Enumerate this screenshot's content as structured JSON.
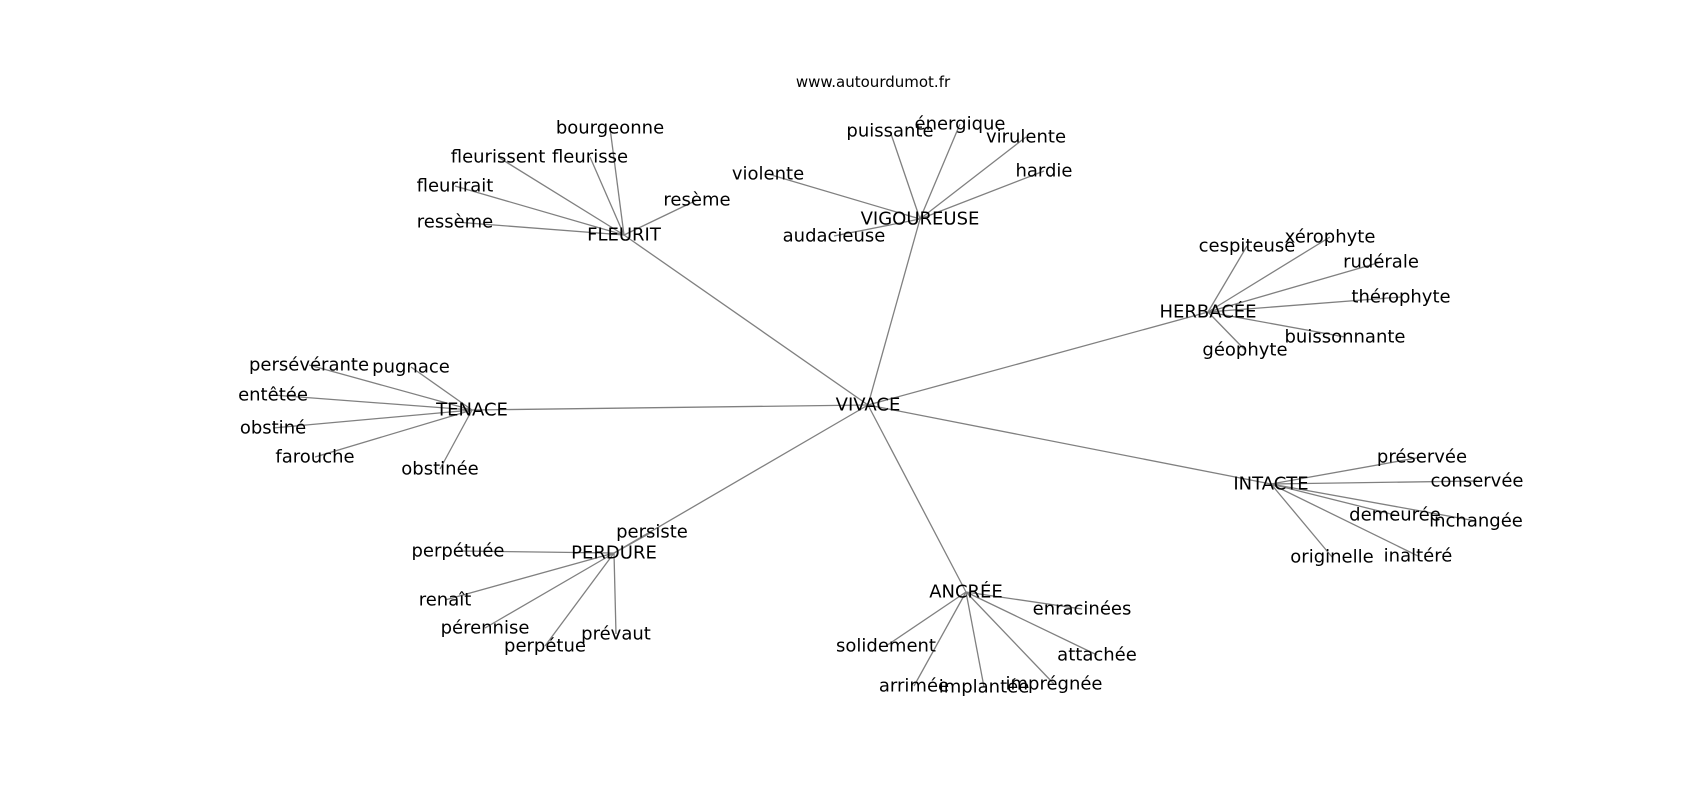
{
  "site": "www.autourdumot.fr",
  "center": "VIVACE",
  "clusters": [
    {
      "id": "fleurit",
      "label": "FLEURIT",
      "words": [
        "bourgeonne",
        "fleurissent",
        "fleurisse",
        "fleurirait",
        "resème",
        "ressème"
      ]
    },
    {
      "id": "vigoureuse",
      "label": "VIGOUREUSE",
      "words": [
        "puissante",
        "énergique",
        "virulente",
        "violente",
        "hardie",
        "audacieuse"
      ]
    },
    {
      "id": "herbacee",
      "label": "HERBACÉE",
      "words": [
        "cespiteuse",
        "xérophyte",
        "rudérale",
        "thérophyte",
        "buissonnante",
        "géophyte"
      ]
    },
    {
      "id": "tenace",
      "label": "TENACE",
      "words": [
        "persévérante",
        "pugnace",
        "entêtée",
        "obstiné",
        "farouche",
        "obstinée"
      ]
    },
    {
      "id": "intacte",
      "label": "INTACTE",
      "words": [
        "préservée",
        "conservée",
        "demeurée",
        "inchangée",
        "originelle",
        "inaltéré"
      ]
    },
    {
      "id": "perdure",
      "label": "PERDURE",
      "words": [
        "persiste",
        "perpétuée",
        "renaît",
        "pérennise",
        "perpétue",
        "prévaut"
      ]
    },
    {
      "id": "ancree",
      "label": "ANCRÉE",
      "words": [
        "enracinées",
        "solidement",
        "attachée",
        "arrimée",
        "implantée",
        "imprégnée"
      ]
    }
  ]
}
